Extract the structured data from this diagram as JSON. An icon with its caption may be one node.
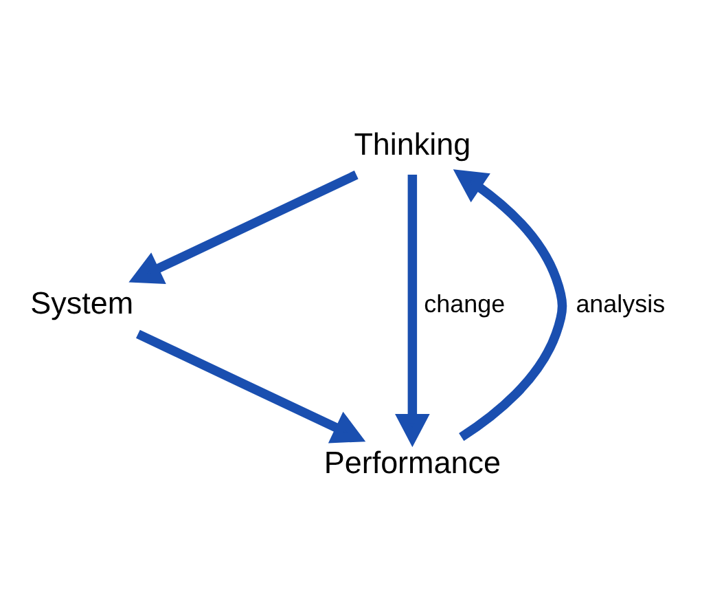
{
  "diagram": {
    "nodes": [
      {
        "text": [
          "Thinking"
        ]
      },
      {
        "text": [
          "System"
        ]
      },
      {
        "text": [
          "Performance"
        ]
      }
    ],
    "edges": [
      {
        "from": 0,
        "to": 1,
        "arrow": "to"
      },
      {
        "from": 1,
        "to": 2,
        "arrow": "to"
      },
      {
        "from": 0,
        "to": 2,
        "arrow": "to",
        "label": "change"
      },
      {
        "from": 2,
        "to": 0,
        "arrow": "to",
        "label": "analysis"
      }
    ]
  }
}
